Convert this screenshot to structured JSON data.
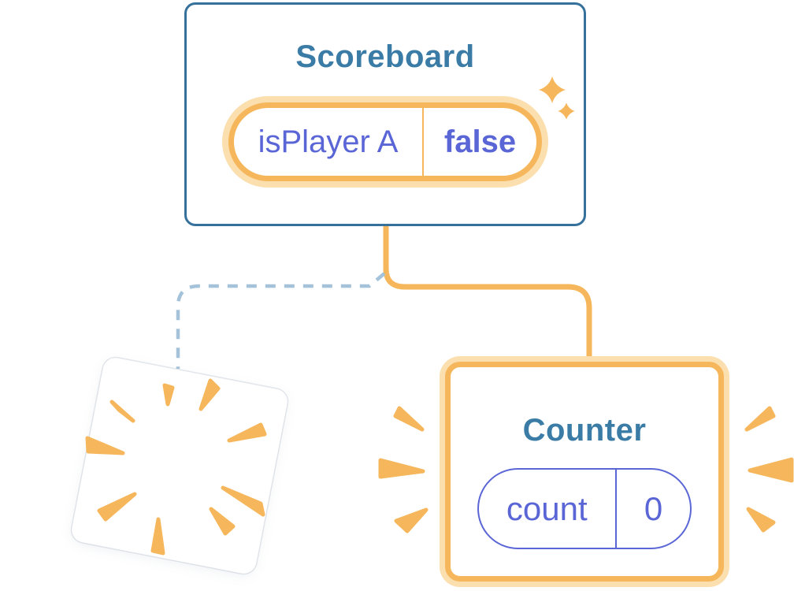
{
  "colors": {
    "accent_orange": "#F6B75C",
    "accent_orange_light": "#FBDFAF",
    "card_border_blue": "#35719B",
    "title_blue": "#3A7CA6",
    "state_indigo": "#5B66D6",
    "dashed_connector_blue": "#A4C3DB",
    "card_background": "#FFFFFF"
  },
  "scoreboard_card": {
    "title": "Scoreboard",
    "state_pill": {
      "label": "isPlayer A",
      "value": "false"
    }
  },
  "counter_card": {
    "title": "Counter",
    "state_pill": {
      "label": "count",
      "value": "0"
    }
  },
  "icons": {
    "sparkle_icon": "✦",
    "poof_burst_icon": "✺",
    "emphasis_rays_icon": "☀"
  }
}
